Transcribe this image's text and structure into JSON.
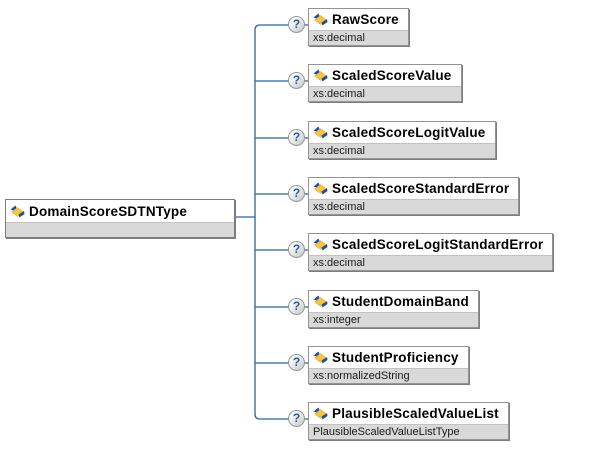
{
  "diagram": {
    "optional_badge": "?",
    "root": {
      "name": "DomainScoreSDTNType"
    },
    "children": [
      {
        "name": "RawScore",
        "type": "xs:decimal"
      },
      {
        "name": "ScaledScoreValue",
        "type": "xs:decimal"
      },
      {
        "name": "ScaledScoreLogitValue",
        "type": "xs:decimal"
      },
      {
        "name": "ScaledScoreStandardError",
        "type": "xs:decimal"
      },
      {
        "name": "ScaledScoreLogitStandardError",
        "type": "xs:decimal"
      },
      {
        "name": "StudentDomainBand",
        "type": "xs:integer"
      },
      {
        "name": "StudentProficiency",
        "type": "xs:normalizedString"
      },
      {
        "name": "PlausibleScaledValueList",
        "type": "PlausibleScaledValueListType"
      }
    ],
    "colors": {
      "connector": "#2e6394",
      "subtitle_bg": "#d9d9d9",
      "box_border": "#949494",
      "badge_text": "#2060a8"
    }
  }
}
